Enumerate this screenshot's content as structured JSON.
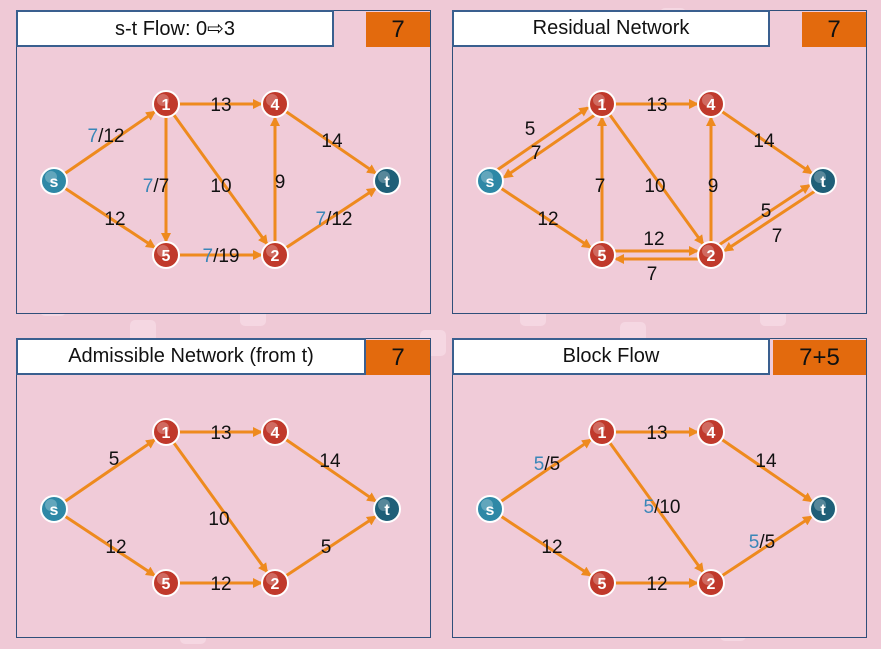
{
  "colors": {
    "background": "#efc9d6",
    "edge": "#ee8a1e",
    "internal_node": "#c0392b",
    "terminal_node": "#2e88a6",
    "sink_node": "#1f5f78",
    "badge": "#e36a0d",
    "flow_highlight": "#3a86b8"
  },
  "panels": [
    {
      "title": "s-t Flow: 0⇨3",
      "badge": "7",
      "nodes": [
        {
          "id": "s",
          "label": "s"
        },
        {
          "id": "1",
          "label": "1"
        },
        {
          "id": "4",
          "label": "4"
        },
        {
          "id": "5",
          "label": "5"
        },
        {
          "id": "2",
          "label": "2"
        },
        {
          "id": "t",
          "label": "t"
        }
      ],
      "edges": [
        {
          "from": "s",
          "to": "1",
          "flow": "7",
          "cap": "/12"
        },
        {
          "from": "1",
          "to": "4",
          "flow": "",
          "cap": "13"
        },
        {
          "from": "4",
          "to": "t",
          "flow": "",
          "cap": "14"
        },
        {
          "from": "1",
          "to": "5",
          "flow": "7",
          "cap": "/7"
        },
        {
          "from": "1",
          "to": "2",
          "flow": "",
          "cap": "10"
        },
        {
          "from": "2",
          "to": "4",
          "flow": "",
          "cap": "9"
        },
        {
          "from": "s",
          "to": "5",
          "flow": "",
          "cap": "12"
        },
        {
          "from": "5",
          "to": "2",
          "flow": "7",
          "cap": "/19"
        },
        {
          "from": "2",
          "to": "t",
          "flow": "7",
          "cap": "/12"
        }
      ]
    },
    {
      "title": "Residual Network",
      "badge": "7",
      "nodes": [
        {
          "id": "s",
          "label": "s"
        },
        {
          "id": "1",
          "label": "1"
        },
        {
          "id": "4",
          "label": "4"
        },
        {
          "id": "5",
          "label": "5"
        },
        {
          "id": "2",
          "label": "2"
        },
        {
          "id": "t",
          "label": "t"
        }
      ],
      "edges": [
        {
          "from": "s",
          "to": "1",
          "flow": "",
          "cap": "5"
        },
        {
          "from": "1",
          "to": "s",
          "flow": "",
          "cap": "7"
        },
        {
          "from": "1",
          "to": "4",
          "flow": "",
          "cap": "13"
        },
        {
          "from": "4",
          "to": "t",
          "flow": "",
          "cap": "14"
        },
        {
          "from": "5",
          "to": "1",
          "flow": "",
          "cap": "7"
        },
        {
          "from": "1",
          "to": "2",
          "flow": "",
          "cap": "10"
        },
        {
          "from": "2",
          "to": "4",
          "flow": "",
          "cap": "9"
        },
        {
          "from": "s",
          "to": "5",
          "flow": "",
          "cap": "12"
        },
        {
          "from": "5",
          "to": "2",
          "flow": "",
          "cap": "12"
        },
        {
          "from": "2",
          "to": "5",
          "flow": "",
          "cap": "7"
        },
        {
          "from": "2",
          "to": "t",
          "flow": "",
          "cap": "5"
        },
        {
          "from": "t",
          "to": "2",
          "flow": "",
          "cap": "7"
        }
      ]
    },
    {
      "title": "Admissible Network (from t)",
      "badge": "7",
      "nodes": [
        {
          "id": "s",
          "label": "s"
        },
        {
          "id": "1",
          "label": "1"
        },
        {
          "id": "4",
          "label": "4"
        },
        {
          "id": "5",
          "label": "5"
        },
        {
          "id": "2",
          "label": "2"
        },
        {
          "id": "t",
          "label": "t"
        }
      ],
      "edges": [
        {
          "from": "s",
          "to": "1",
          "flow": "",
          "cap": "5"
        },
        {
          "from": "1",
          "to": "4",
          "flow": "",
          "cap": "13"
        },
        {
          "from": "4",
          "to": "t",
          "flow": "",
          "cap": "14"
        },
        {
          "from": "1",
          "to": "2",
          "flow": "",
          "cap": "10"
        },
        {
          "from": "s",
          "to": "5",
          "flow": "",
          "cap": "12"
        },
        {
          "from": "5",
          "to": "2",
          "flow": "",
          "cap": "12"
        },
        {
          "from": "2",
          "to": "t",
          "flow": "",
          "cap": "5"
        }
      ]
    },
    {
      "title": "Block Flow",
      "badge": "7+5",
      "nodes": [
        {
          "id": "s",
          "label": "s"
        },
        {
          "id": "1",
          "label": "1"
        },
        {
          "id": "4",
          "label": "4"
        },
        {
          "id": "5",
          "label": "5"
        },
        {
          "id": "2",
          "label": "2"
        },
        {
          "id": "t",
          "label": "t"
        }
      ],
      "edges": [
        {
          "from": "s",
          "to": "1",
          "flow": "5",
          "cap": "/5"
        },
        {
          "from": "1",
          "to": "4",
          "flow": "",
          "cap": "13"
        },
        {
          "from": "4",
          "to": "t",
          "flow": "",
          "cap": "14"
        },
        {
          "from": "1",
          "to": "2",
          "flow": "5",
          "cap": "/10"
        },
        {
          "from": "s",
          "to": "5",
          "flow": "",
          "cap": "12"
        },
        {
          "from": "5",
          "to": "2",
          "flow": "",
          "cap": "12"
        },
        {
          "from": "2",
          "to": "t",
          "flow": "5",
          "cap": "/5"
        }
      ]
    }
  ]
}
